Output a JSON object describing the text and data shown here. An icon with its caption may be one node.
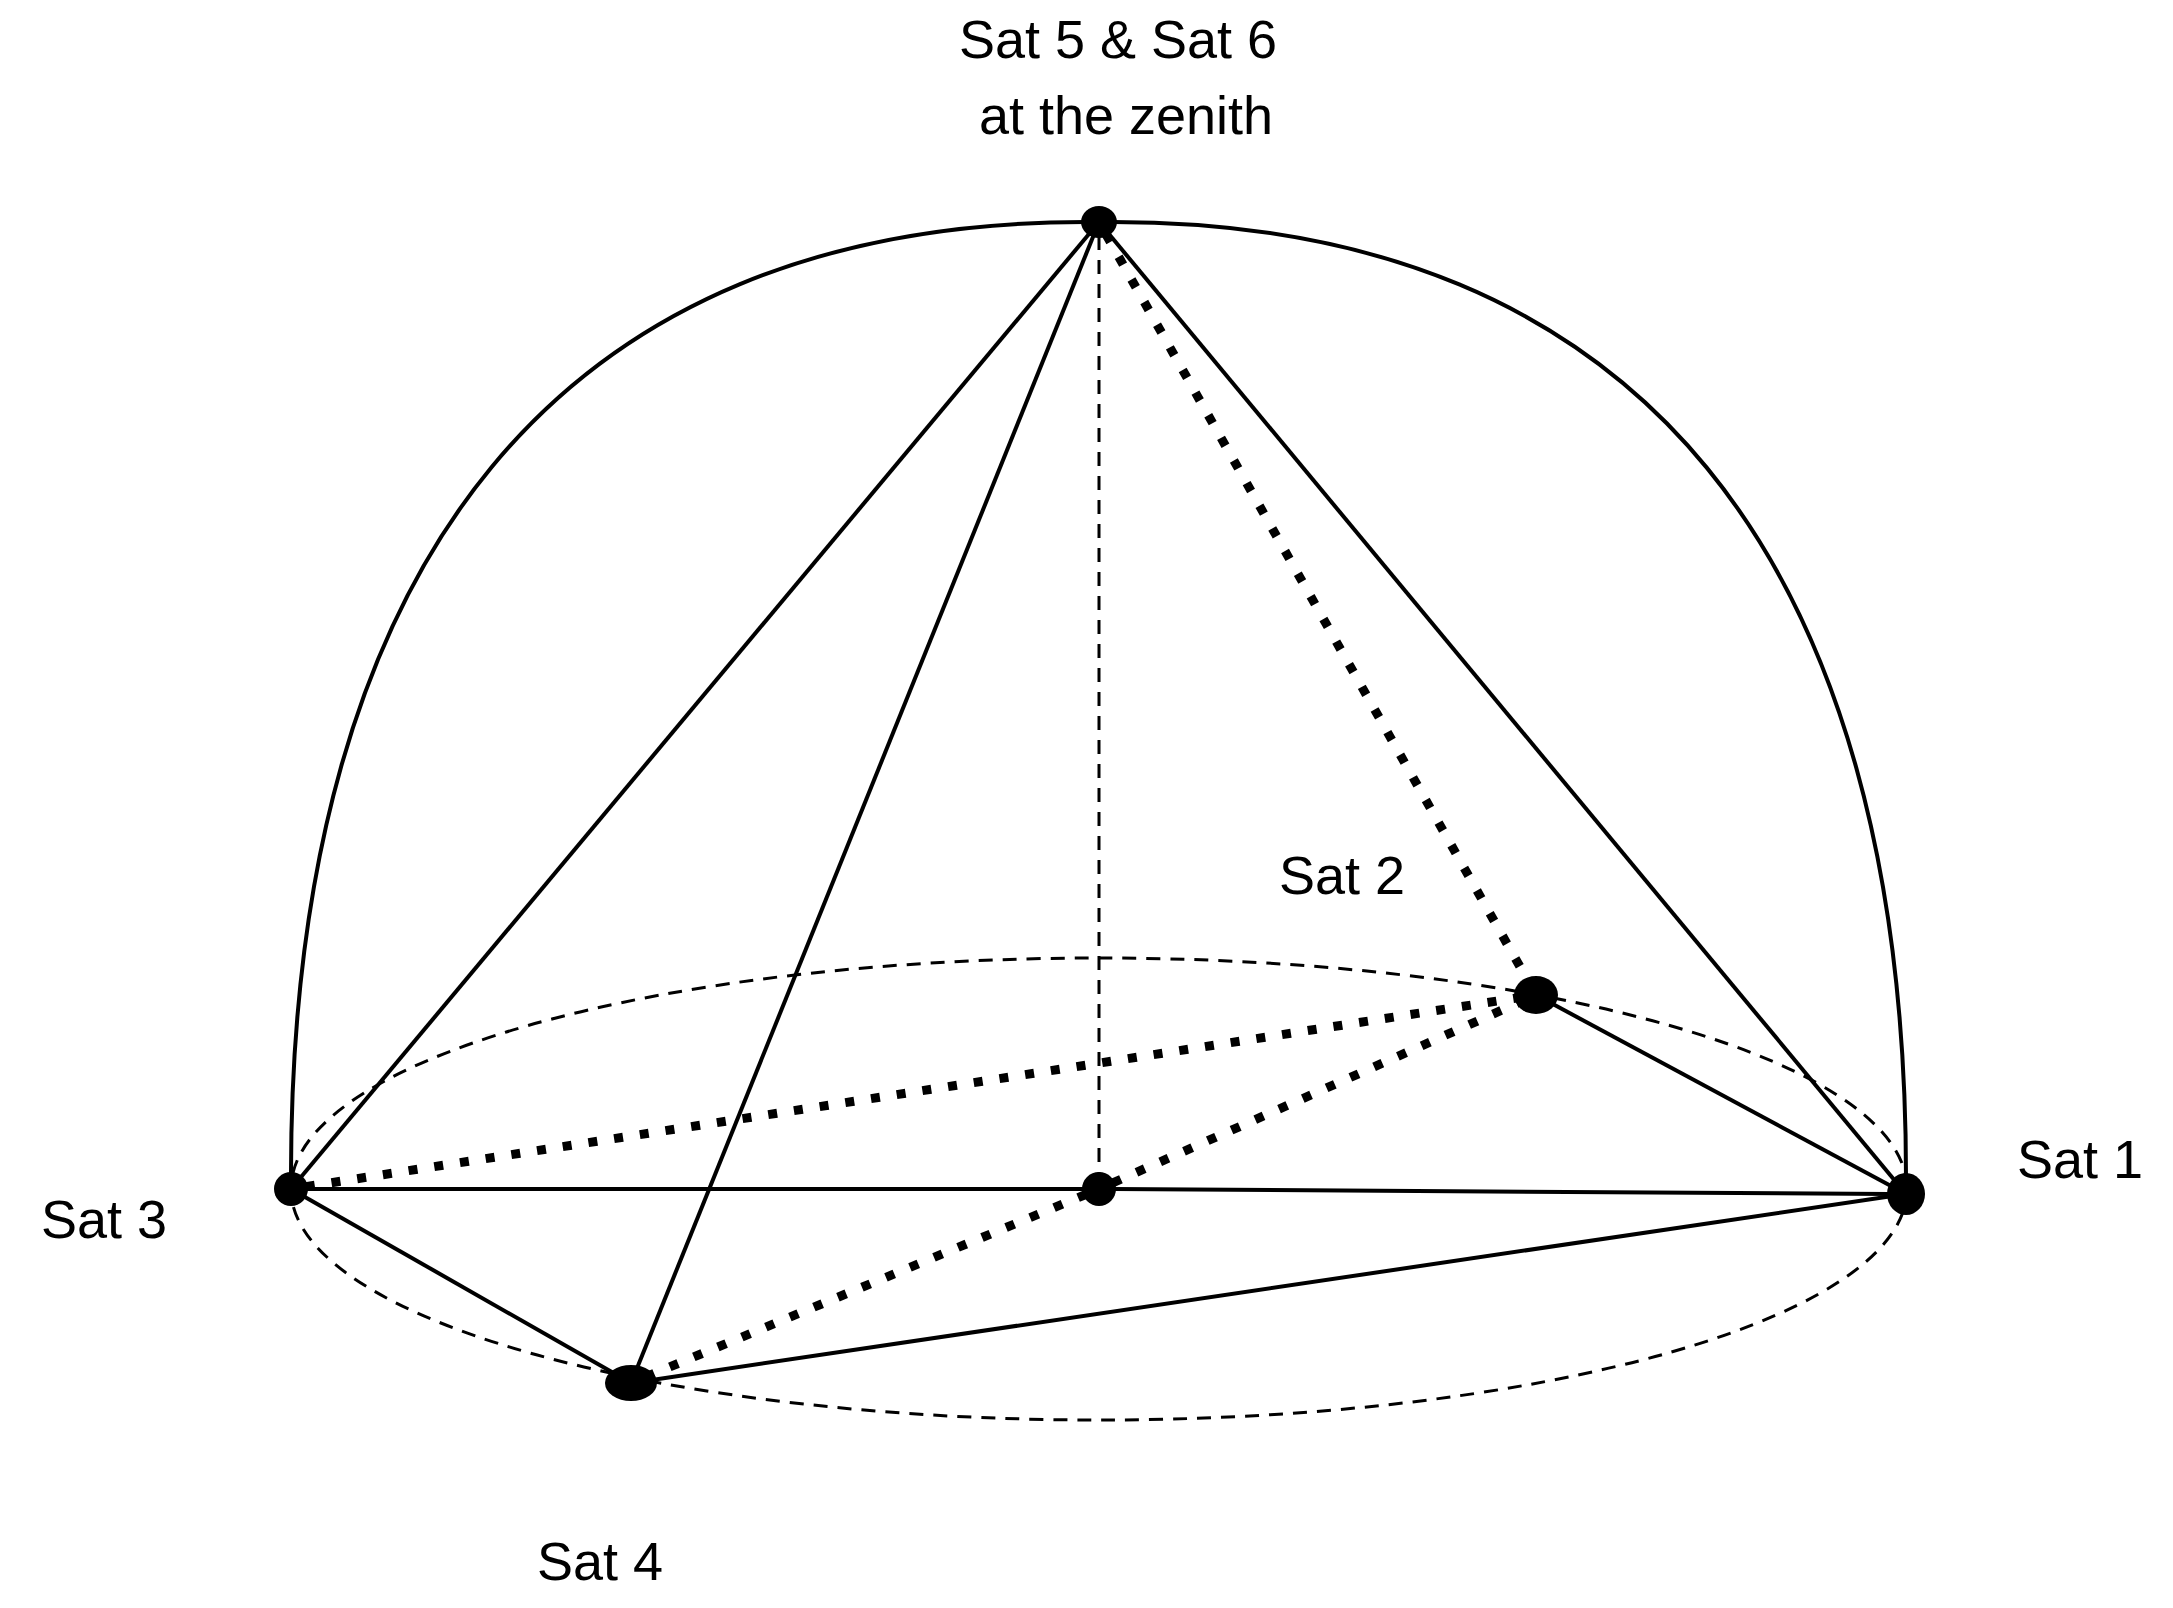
{
  "diagram": {
    "nodes": [
      {
        "text": [],
        "shape": "circle",
        "beside": [
          "Sat 5 & Sat 6",
          "at the zenith"
        ]
      },
      {
        "text": [],
        "shape": "circle",
        "beside": [
          "Sat 3"
        ]
      },
      {
        "text": [],
        "shape": "circle"
      },
      {
        "text": [],
        "shape": "circle",
        "beside": [
          "Sat 1"
        ]
      },
      {
        "text": [],
        "shape": "circle",
        "beside": [
          "Sat 2"
        ]
      },
      {
        "text": [],
        "shape": "circle",
        "beside": [
          "Sat 4"
        ]
      }
    ],
    "edges": [
      {
        "from": 1,
        "to": 0,
        "arrow": "none"
      },
      {
        "from": 0,
        "to": 3,
        "arrow": "none"
      },
      {
        "from": 0,
        "to": 1,
        "arrow": "none"
      },
      {
        "from": 0,
        "to": 5,
        "arrow": "none"
      },
      {
        "from": 0,
        "to": 2,
        "arrow": "none",
        "style": "dashed"
      },
      {
        "from": 0,
        "to": 4,
        "arrow": "none",
        "style": "dashed"
      },
      {
        "from": 0,
        "to": 3,
        "arrow": "none"
      },
      {
        "from": 1,
        "to": 2,
        "arrow": "none"
      },
      {
        "from": 2,
        "to": 3,
        "arrow": "none"
      },
      {
        "from": 1,
        "to": 5,
        "arrow": "none"
      },
      {
        "from": 5,
        "to": 3,
        "arrow": "none"
      },
      {
        "from": 4,
        "to": 3,
        "arrow": "none"
      },
      {
        "from": 1,
        "to": 4,
        "arrow": "none",
        "style": "dashed"
      },
      {
        "from": 5,
        "to": 2,
        "arrow": "none",
        "style": "dashed"
      },
      {
        "from": 2,
        "to": 4,
        "arrow": "none",
        "style": "dashed"
      }
    ]
  }
}
